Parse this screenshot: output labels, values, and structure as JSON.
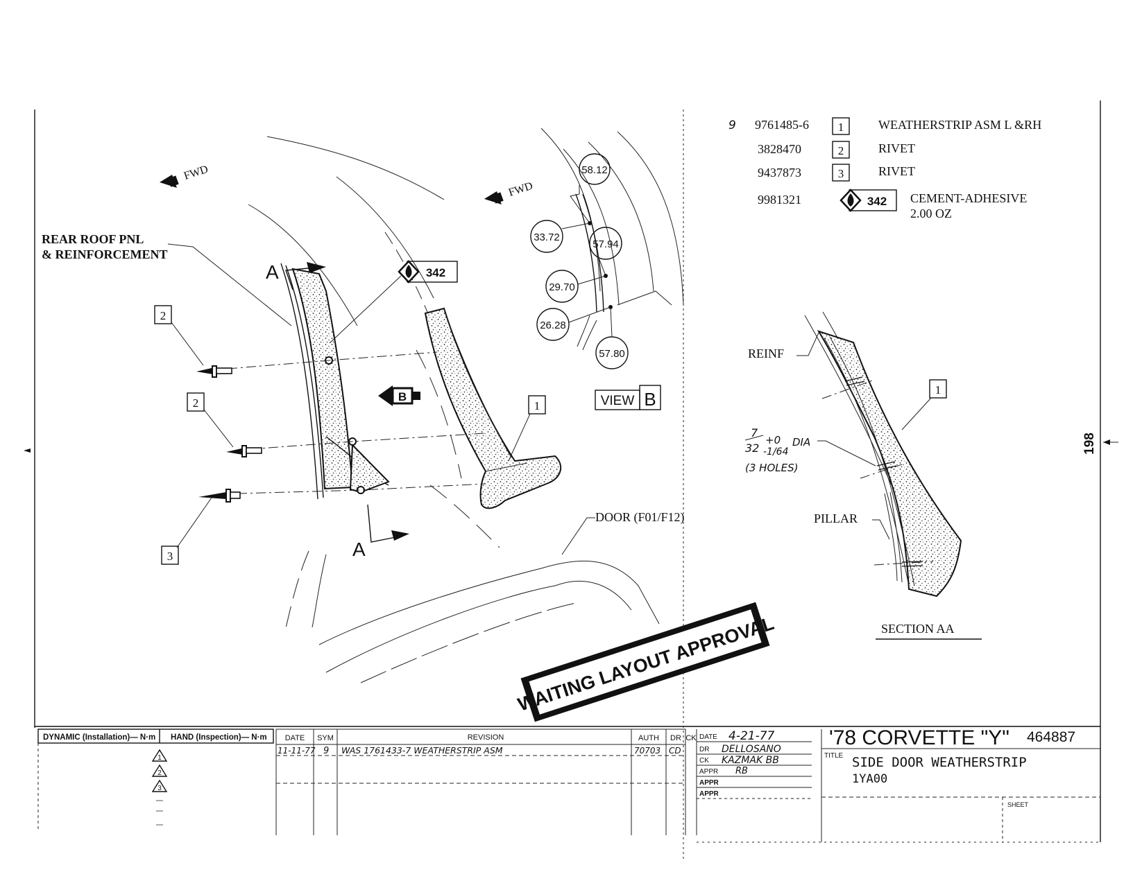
{
  "parts_list": [
    {
      "sym": "9",
      "part_no": "9761485-6",
      "index": "1",
      "desc": "WEATHERSTRIP ASM L &RH",
      "desc2": ""
    },
    {
      "sym": "",
      "part_no": "3828470",
      "index": "2",
      "desc": "RIVET",
      "desc2": ""
    },
    {
      "sym": "",
      "part_no": "9437873",
      "index": "3",
      "desc": "RIVET",
      "desc2": ""
    },
    {
      "sym": "",
      "part_no": "9981321",
      "index": "342",
      "desc": "CEMENT-ADHESIVE",
      "desc2": "2.00 OZ"
    }
  ],
  "labels": {
    "fwd_left": "FWD",
    "fwd_view_b": "FWD",
    "rear_roof_1": "REAR ROOF PNL",
    "rear_roof_2": "& REINFORCEMENT",
    "section_a_top": "A",
    "section_a_bottom": "A",
    "callout_342": "342",
    "view_b_arrow": "B",
    "door": "DOOR (F01/F12)",
    "view_b_word": "VIEW",
    "view_b_letter": "B",
    "reinf": "REINF",
    "pillar": "PILLAR",
    "hole_num": "7",
    "hole_den": "32",
    "hole_tol_plus": "+0",
    "hole_tol_minus": "-1/64",
    "hole_dia": "DIA",
    "hole_count": "(3 HOLES)",
    "section_aa": "SECTION AA",
    "sheet_number": "198",
    "stamp": "WAITING LAYOUT APPROVAL"
  },
  "callouts": {
    "rivet_upper": "2",
    "rivet_middle": "2",
    "rivet_lower": "3",
    "weatherstrip": "1",
    "section_weatherstrip": "1"
  },
  "dimensions": [
    "58.12",
    "33.72",
    "57.94",
    "29.70",
    "26.28",
    "57.80"
  ],
  "title_block": {
    "dynamic_header": "DYNAMIC (Installation)— N·m",
    "hand_header": "HAND (Inspection)— N·m",
    "torque_triangles": [
      "1",
      "2",
      "3"
    ],
    "col_date": "DATE",
    "col_sym": "SYM",
    "col_revision": "REVISION",
    "col_auth": "AUTH",
    "col_dr": "DR",
    "col_ck": "CK",
    "rev_date": "11-11-77",
    "rev_sym": "9",
    "rev_text": "WAS 1761433-7 WEATHERSTRIP ASM",
    "rev_auth": "70703",
    "rev_dr": "CD",
    "lbl_date": "DATE",
    "val_date": "4-21-77",
    "lbl_dr": "DR",
    "val_dr": "DELLOSANO",
    "lbl_ck": "CK",
    "val_ck": "KAZMAK BB",
    "lbl_appr1": "APPR",
    "val_appr1": "RB",
    "lbl_appr2": "APPR",
    "lbl_appr3": "APPR",
    "lbl_title": "TITLE",
    "title_main": "'78 CORVETTE \"Y\"",
    "drawing_number": "464887",
    "title_line1": "SIDE DOOR WEATHERSTRIP",
    "title_line2": "1YA00",
    "lbl_sheet": "SHEET"
  }
}
